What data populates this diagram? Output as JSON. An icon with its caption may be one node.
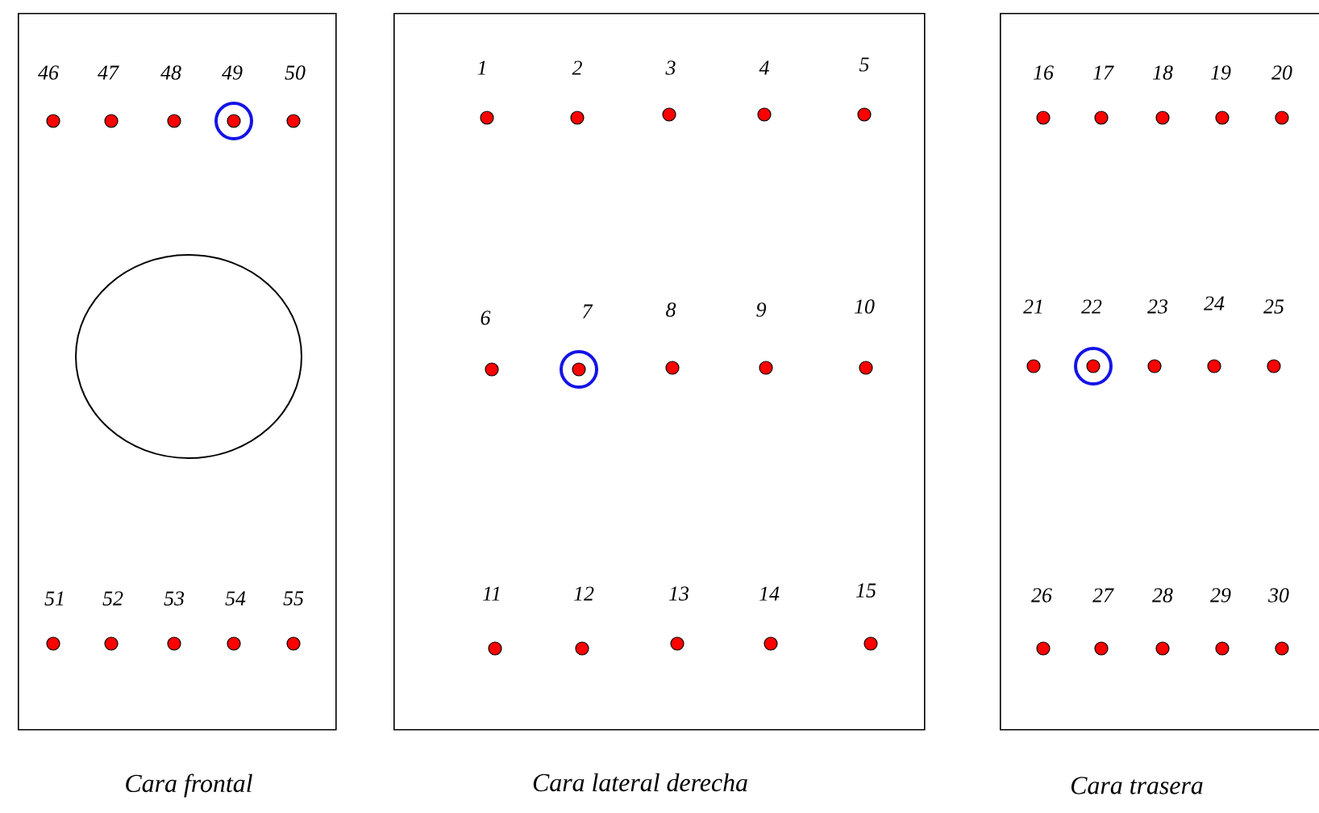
{
  "diagram": {
    "nodes": [
      {
        "text": [
          "Cara frontal"
        ]
      },
      {
        "text": [],
        "shape": "circle",
        "beside": [
          "46"
        ],
        "in": 0
      },
      {
        "text": [],
        "shape": "circle",
        "beside": [
          "47"
        ],
        "in": 0
      },
      {
        "text": [],
        "shape": "circle",
        "beside": [
          "48"
        ],
        "in": 0
      },
      {
        "text": [],
        "shape": "circle",
        "beside": [
          "49"
        ],
        "in": 0
      },
      {
        "text": [],
        "shape": "circle",
        "beside": [
          "50"
        ],
        "in": 0
      },
      {
        "text": [],
        "shape": "circle",
        "in": 0
      },
      {
        "text": [],
        "shape": "circle",
        "beside": [
          "51"
        ],
        "in": 0
      },
      {
        "text": [],
        "shape": "circle",
        "beside": [
          "52"
        ],
        "in": 0
      },
      {
        "text": [],
        "shape": "circle",
        "beside": [
          "53"
        ],
        "in": 0
      },
      {
        "text": [],
        "shape": "circle",
        "beside": [
          "54"
        ],
        "in": 0
      },
      {
        "text": [],
        "shape": "circle",
        "beside": [
          "55"
        ],
        "in": 0
      },
      {
        "text": [
          "Cara lateral derecha"
        ]
      },
      {
        "text": [],
        "shape": "circle",
        "beside": [
          "1"
        ],
        "in": 12
      },
      {
        "text": [],
        "shape": "circle",
        "beside": [
          "2"
        ],
        "in": 12
      },
      {
        "text": [],
        "shape": "circle",
        "beside": [
          "3"
        ],
        "in": 12
      },
      {
        "text": [],
        "shape": "circle",
        "beside": [
          "4"
        ],
        "in": 12
      },
      {
        "text": [],
        "shape": "circle",
        "beside": [
          "5"
        ],
        "in": 12
      },
      {
        "text": [],
        "shape": "circle",
        "beside": [
          "6"
        ],
        "in": 12
      },
      {
        "text": [],
        "shape": "circle",
        "beside": [
          "7"
        ],
        "in": 12
      },
      {
        "text": [],
        "shape": "circle",
        "beside": [
          "8"
        ],
        "in": 12
      },
      {
        "text": [],
        "shape": "circle",
        "beside": [
          "9"
        ],
        "in": 12
      },
      {
        "text": [],
        "shape": "circle",
        "beside": [
          "10"
        ],
        "in": 12
      },
      {
        "text": [],
        "shape": "circle",
        "beside": [
          "11"
        ],
        "in": 12
      },
      {
        "text": [],
        "shape": "circle",
        "beside": [
          "12"
        ],
        "in": 12
      },
      {
        "text": [],
        "shape": "circle",
        "beside": [
          "13"
        ],
        "in": 12
      },
      {
        "text": [],
        "shape": "circle",
        "beside": [
          "14"
        ],
        "in": 12
      },
      {
        "text": [],
        "shape": "circle",
        "beside": [
          "15"
        ],
        "in": 12
      },
      {
        "text": [
          "Cara trasera"
        ]
      },
      {
        "text": [],
        "shape": "circle",
        "beside": [
          "16"
        ],
        "in": 28
      },
      {
        "text": [],
        "shape": "circle",
        "beside": [
          "17"
        ],
        "in": 28
      },
      {
        "text": [],
        "shape": "circle",
        "beside": [
          "18"
        ],
        "in": 28
      },
      {
        "text": [],
        "shape": "circle",
        "beside": [
          "19"
        ],
        "in": 28
      },
      {
        "text": [],
        "shape": "circle",
        "beside": [
          "20"
        ],
        "in": 28
      },
      {
        "text": [],
        "shape": "circle",
        "beside": [
          "21"
        ],
        "in": 28
      },
      {
        "text": [],
        "shape": "circle",
        "beside": [
          "22"
        ],
        "in": 28
      },
      {
        "text": [],
        "shape": "circle",
        "beside": [
          "23"
        ],
        "in": 28
      },
      {
        "text": [],
        "shape": "circle",
        "beside": [
          "24"
        ],
        "in": 28
      },
      {
        "text": [],
        "shape": "circle",
        "beside": [
          "25"
        ],
        "in": 28
      },
      {
        "text": [],
        "shape": "circle",
        "beside": [
          "26"
        ],
        "in": 28
      },
      {
        "text": [],
        "shape": "circle",
        "beside": [
          "27"
        ],
        "in": 28
      },
      {
        "text": [],
        "shape": "circle",
        "beside": [
          "28"
        ],
        "in": 28
      },
      {
        "text": [],
        "shape": "circle",
        "beside": [
          "29"
        ],
        "in": 28
      },
      {
        "text": [],
        "shape": "circle",
        "beside": [
          "30"
        ],
        "in": 28
      }
    ]
  }
}
